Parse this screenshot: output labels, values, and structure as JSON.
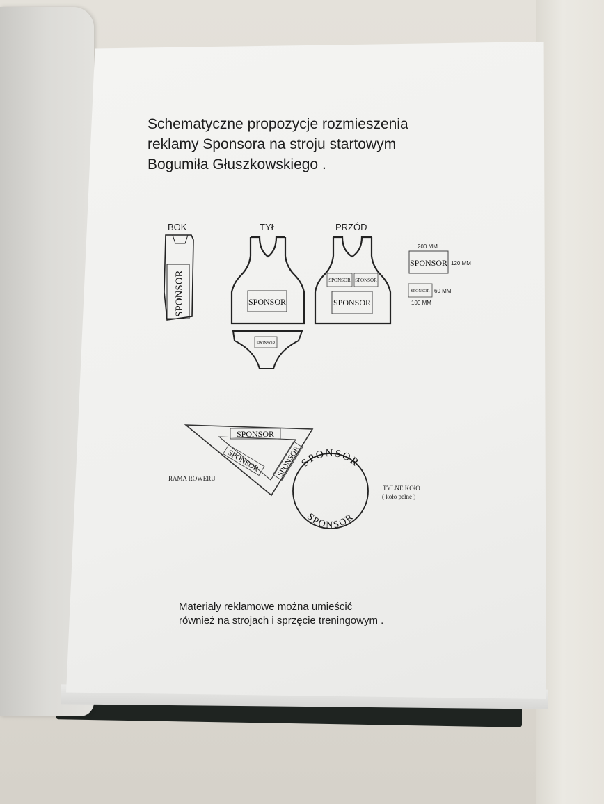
{
  "title": {
    "line1": "Schematyczne propozycje rozmieszenia",
    "line2": "reklamy Sponsora na stroju startowym",
    "line3": "Bogumiła Głuszkowskiego ."
  },
  "views": {
    "side": "BOK",
    "back": "TYŁ",
    "front": "PRZÓD"
  },
  "sponsor_text": "SPONSOR",
  "sizes": {
    "large_width": "200 MM",
    "large_height": "120 MM",
    "small_height": "60 MM",
    "small_width": "100 MM"
  },
  "bike": {
    "frame_label": "RAMA ROWERU",
    "wheel_label": "TYLNE KOłO",
    "wheel_note": "( koło pełne )"
  },
  "footer": {
    "line1": "Materiały reklamowe można umieścić",
    "line2": "również na strojach i sprzęcie treningowym ."
  },
  "colors": {
    "paper": "#f2f2f0",
    "ink": "#1d1d1d",
    "binder": "#1f2421",
    "table": "#dedbd3"
  }
}
